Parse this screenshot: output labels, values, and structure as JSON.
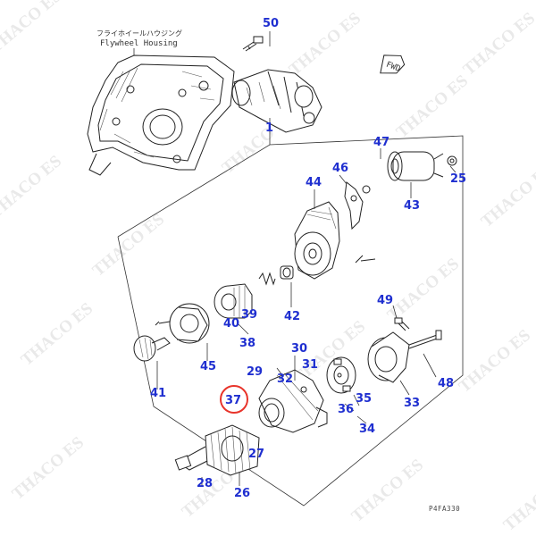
{
  "diagram": {
    "flywheel_housing_jp": "フライホイールハウジング",
    "flywheel_housing_en": "Flywheel Housing",
    "fwd_label": "FWD",
    "figure_code": "P4FA330",
    "highlighted_part": "37",
    "watermark_text": "THACO ES"
  },
  "part_labels": {
    "p1": "1",
    "p25": "25",
    "p26": "26",
    "p27": "27",
    "p28": "28",
    "p29": "29",
    "p30": "30",
    "p31": "31",
    "p32": "32",
    "p33": "33",
    "p34": "34",
    "p35": "35",
    "p36": "36",
    "p37": "37",
    "p38": "38",
    "p39": "39",
    "p40": "40",
    "p41": "41",
    "p42": "42",
    "p43": "43",
    "p44": "44",
    "p45": "45",
    "p46": "46",
    "p47": "47",
    "p48": "48",
    "p49": "49",
    "p50": "50"
  },
  "colors": {
    "label": "#1f2fd0",
    "highlight_circle": "#e8342b",
    "line_art": "#222222",
    "watermark": "#d8d8d8"
  }
}
